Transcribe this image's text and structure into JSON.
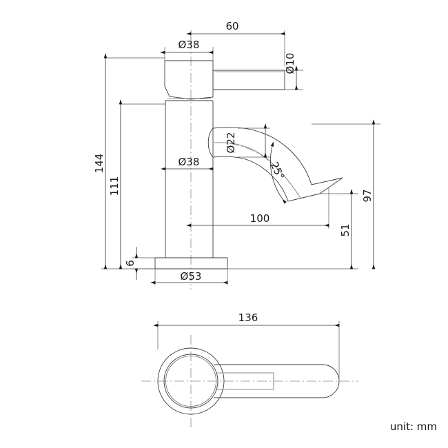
{
  "drawing": {
    "title": "faucet-technical-drawing",
    "unit_note": "unit: mm",
    "views": [
      {
        "name": "front-elevation",
        "label": ""
      },
      {
        "name": "top-plan",
        "label": ""
      }
    ]
  },
  "dimensions": {
    "spout_reach_top": "60",
    "outlet_diameter": "Ø10",
    "handle_cap_diameter": "Ø38",
    "body_diameter": "Ø38",
    "total_height": "144",
    "body_height": "111",
    "base_thickness": "6",
    "base_diameter": "Ø53",
    "spout_tube_diameter": "Ø22",
    "spout_angle": "25°",
    "spout_reach": "100",
    "spout_outlet_height": "51",
    "spout_total_height": "97",
    "plan_overall_length": "136"
  },
  "colors": {
    "background": "#ffffff",
    "object_line": "#3a3a3a",
    "thin_line": "#6a6a6a",
    "dimension_line": "#2b2b2b",
    "center_line": "#8a8a8a",
    "text": "#1a1a1a"
  }
}
